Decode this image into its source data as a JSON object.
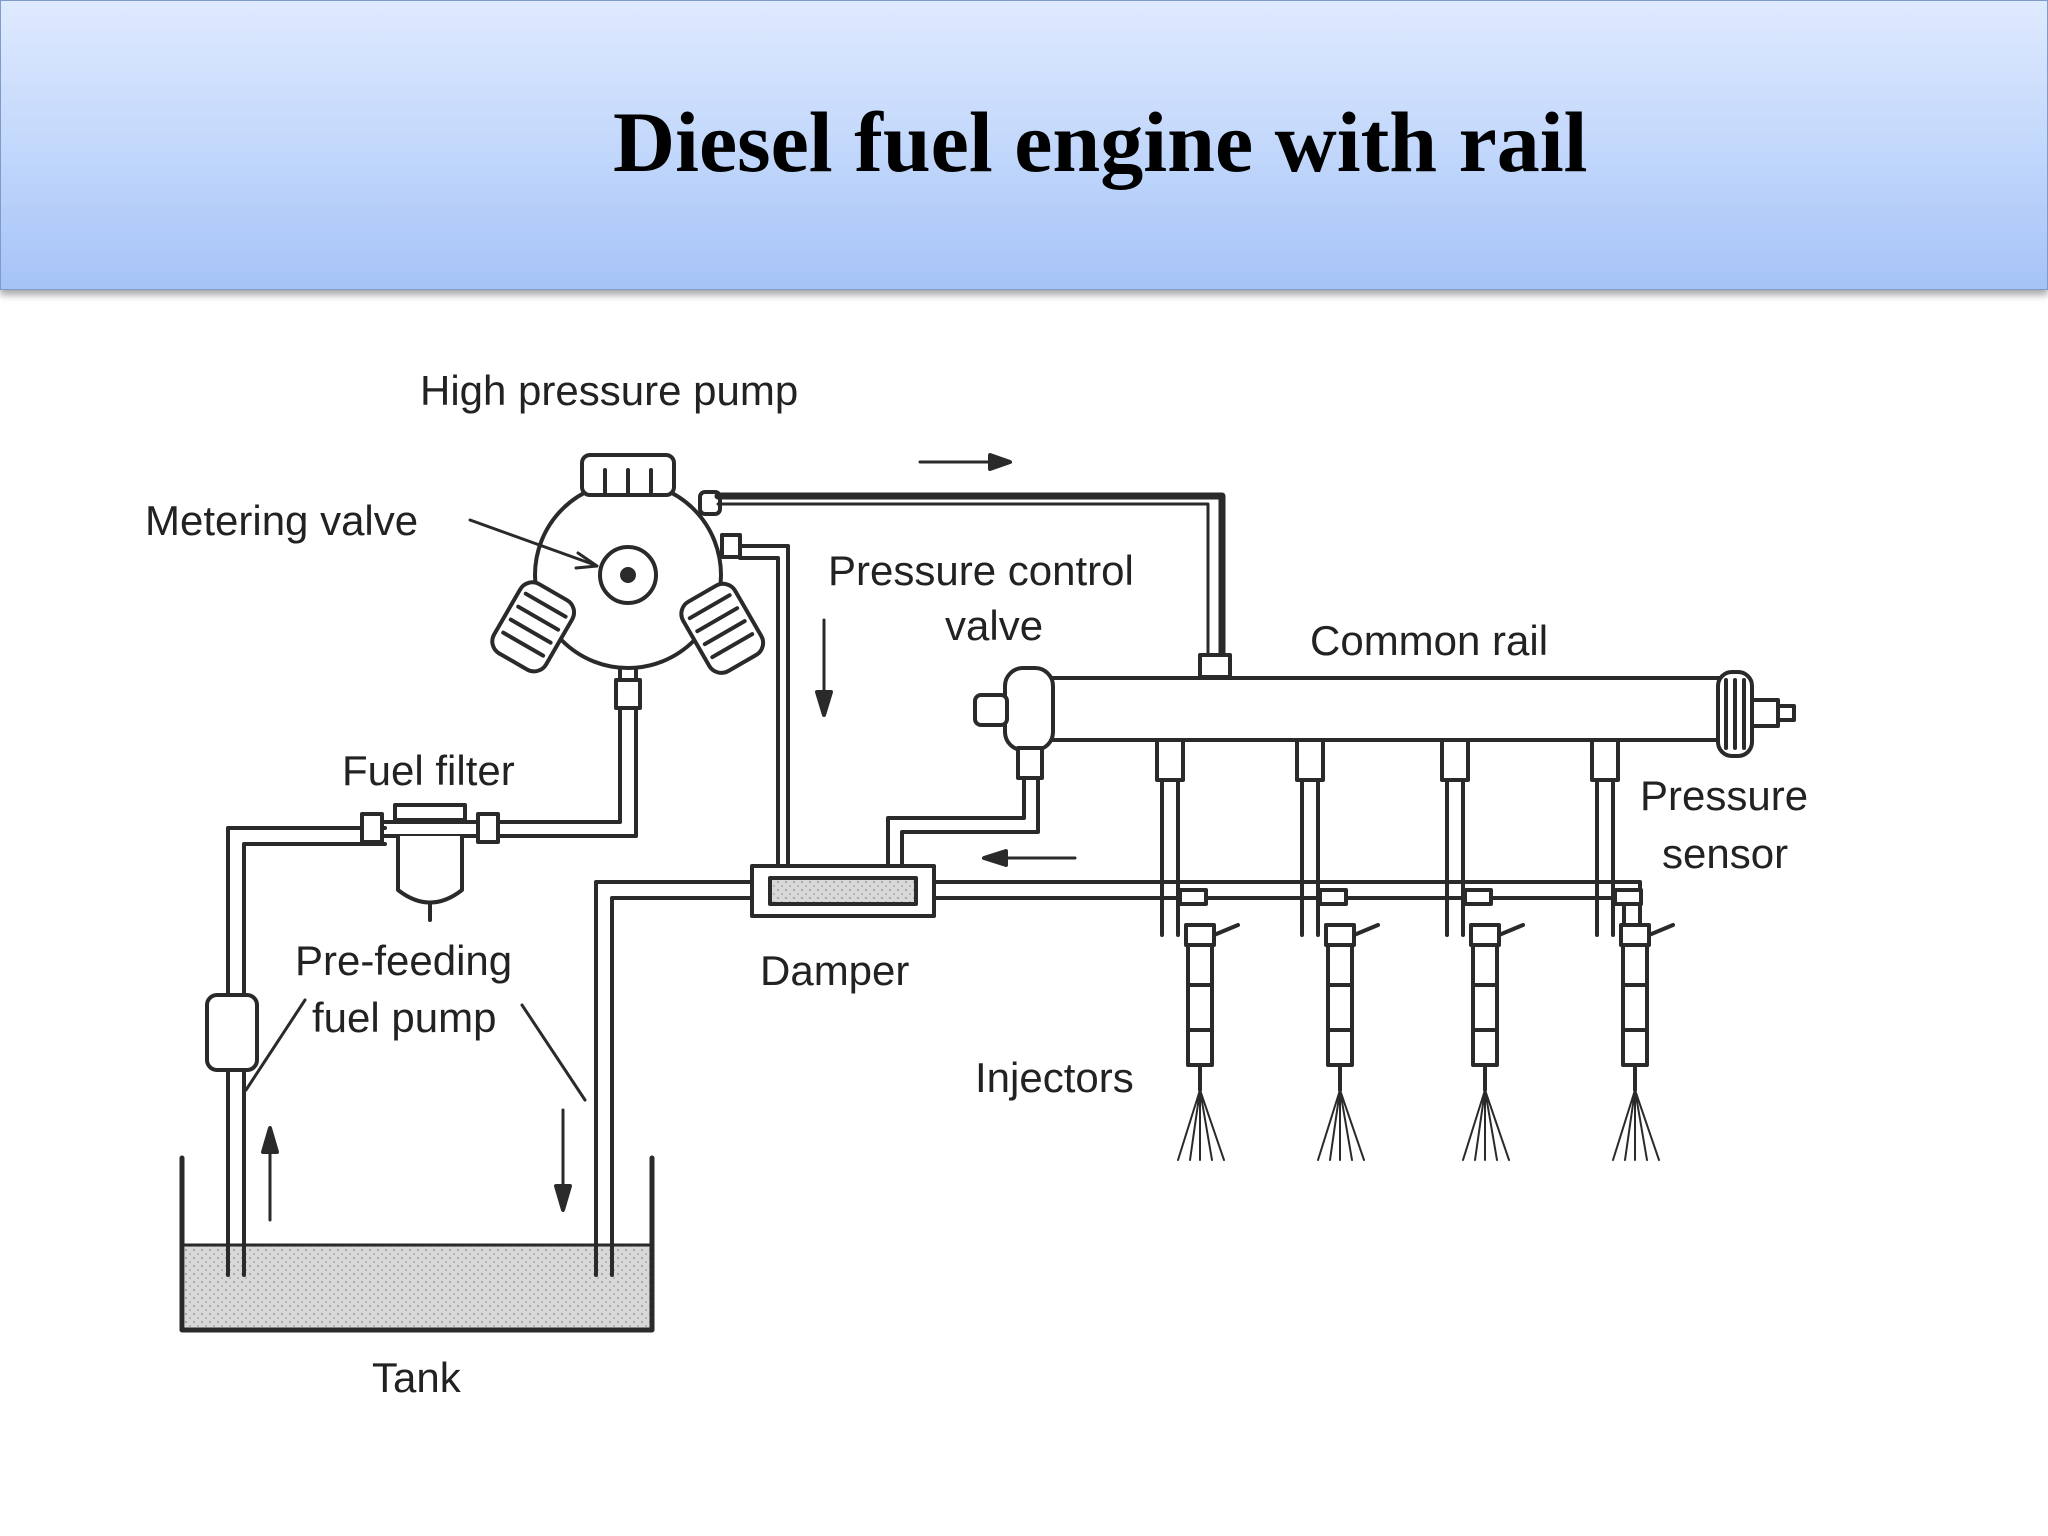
{
  "header": {
    "title": "Diesel fuel engine with rail"
  },
  "labels": {
    "high_pressure_pump": "High pressure pump",
    "metering_valve": "Metering valve",
    "pressure_control_valve_line1": "Pressure control",
    "pressure_control_valve_line2": "valve",
    "common_rail": "Common rail",
    "fuel_filter": "Fuel filter",
    "pressure_sensor_line1": "Pressure",
    "pressure_sensor_line2": "sensor",
    "pre_feeding_line1": "Pre-feeding",
    "pre_feeding_line2": "fuel pump",
    "damper": "Damper",
    "injectors": "Injectors",
    "tank": "Tank"
  },
  "colors": {
    "header_top": "#dfeaff",
    "header_bottom": "#a6c3f7",
    "line": "#2a2a2a",
    "fuel": "#cfcfcf"
  }
}
